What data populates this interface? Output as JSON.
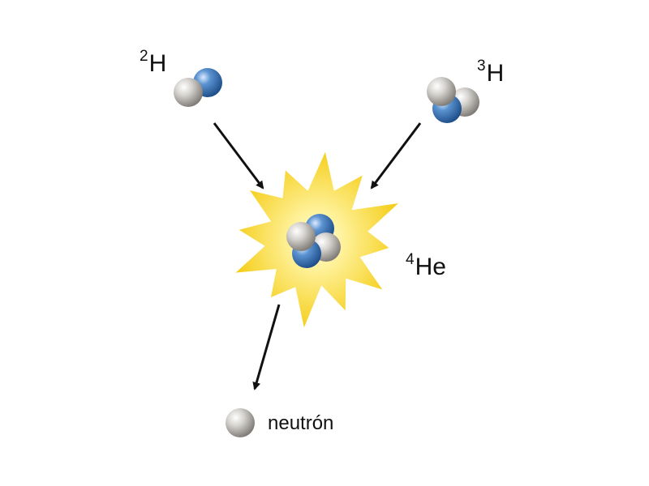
{
  "labels": {
    "deuterium": {
      "mass": "2",
      "symbol": "H"
    },
    "tritium": {
      "mass": "3",
      "symbol": "H"
    },
    "helium": {
      "mass": "4",
      "symbol": "He"
    },
    "neutron": "neutrón"
  },
  "colors": {
    "proton": "#3a74b3",
    "neutron": "#b5b2ad",
    "burst": "#f7d62a",
    "burst_core": "#fffbe0",
    "arrow": "#111111"
  },
  "icons": {
    "deuterium": "deuterium-nucleus-icon",
    "tritium": "tritium-nucleus-icon",
    "helium": "helium-nucleus-icon",
    "neutron": "neutron-particle-icon",
    "burst": "fusion-burst-icon"
  }
}
